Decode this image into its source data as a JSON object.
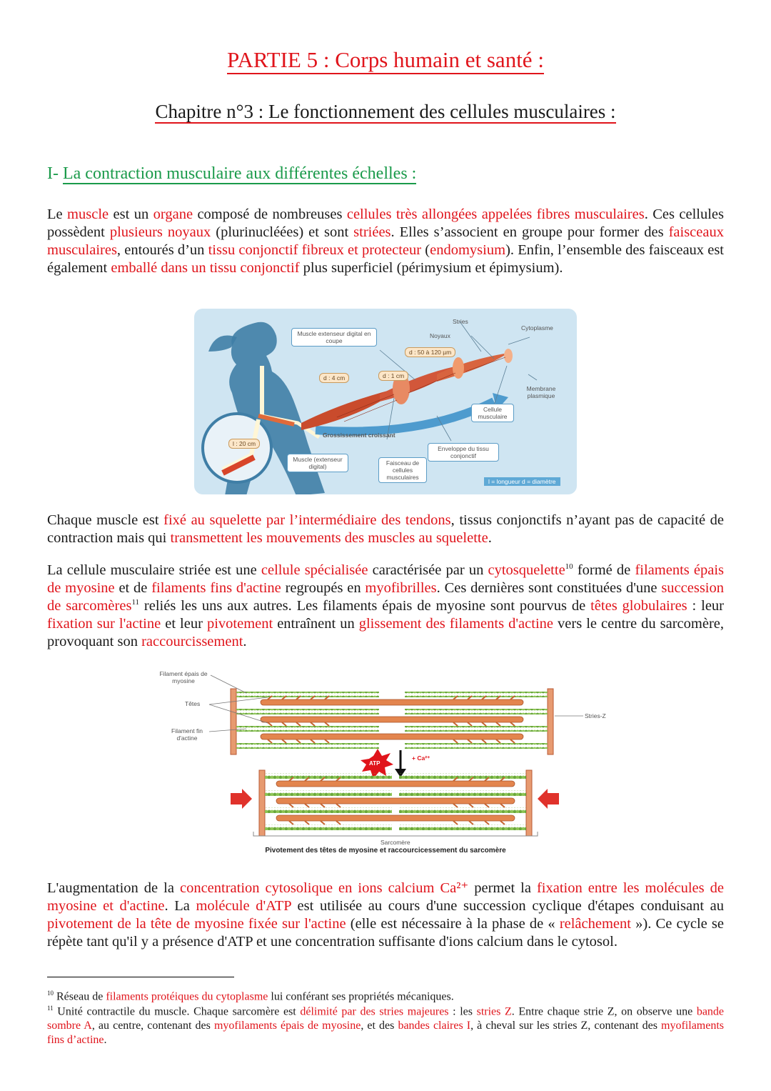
{
  "header": {
    "partie": "PARTIE 5 : Corps humain et santé :",
    "chapitre": "Chapitre n°3 : Le fonctionnement des cellules musculaires :",
    "section_prefix": "I- ",
    "section_title": "La contraction musculaire aux différentes échelles :"
  },
  "p1": {
    "s1": "Le ",
    "s2": "muscle",
    "s3": " est un ",
    "s4": "organe",
    "s5": " composé de nombreuses ",
    "s6": "cellules très allongées appelées fibres musculaires",
    "s7": ". Ces cellules possèdent ",
    "s8": "plusieurs noyaux",
    "s9": " (plurinucléées) et sont ",
    "s10": "striées",
    "s11": ". Elles s’associent en groupe pour former des ",
    "s12": "faisceaux musculaires",
    "s13": ", entourés d’un ",
    "s14": "tissu conjonctif fibreux et protecteur",
    "s15": " (",
    "s16": "endomysium",
    "s17": "). Enfin, l’ensemble des faisceaux est également ",
    "s18": "emballé dans un tissu conjonctif",
    "s19": " plus superficiel (périmysium et épimysium)."
  },
  "fig1": {
    "muscle_coupe": "Muscle extenseur digital en coupe",
    "stries": "Stries",
    "noyaux": "Noyaux",
    "cytoplasme": "Cytoplasme",
    "d_cell": "d : 50 à 120 µm",
    "d_4cm": "d : 4 cm",
    "d_1cm": "d : 1 cm",
    "membrane": "Membrane plasmique",
    "cellule": "Cellule musculaire",
    "grossissement": "Grossissement croissant",
    "l_20cm": "l : 20 cm",
    "muscle_ext": "Muscle (extenseur digital)",
    "faisceau": "Faisceau de cellules musculaires",
    "enveloppe": "Enveloppe du tissu conjonctif",
    "legende": "l = longueur   d = diamètre"
  },
  "p2": {
    "s1": "Chaque muscle est ",
    "s2": "fixé au squelette par l’intermédiaire des tendons",
    "s3": ", tissus conjonctifs n’ayant pas de capacité de contraction mais qui ",
    "s4": "transmettent les mouvements des muscles au squelette",
    "s5": "."
  },
  "p3": {
    "s1": "La cellule musculaire striée est une ",
    "s2": "cellule spécialisée",
    "s3": " caractérisée par un ",
    "s4": "cytosquelette",
    "fn10": "10",
    "s5": " formé de ",
    "s6": "filaments épais de myosine",
    "s7": " et de ",
    "s8": "filaments fins d'actine",
    "s9": " regroupés en ",
    "s10": "myofibrilles",
    "s11": ". Ces dernières sont constituées d'une ",
    "s12": "succession de sarcomères",
    "fn11": "11",
    "s13": " reliés les uns aux autres. Les filaments épais de myosine sont pourvus de ",
    "s14": "têtes globulaires",
    "s15": " : leur ",
    "s16": "fixation sur l'actine",
    "s17": " et leur ",
    "s18": "pivotement",
    "s19": " entraînent un ",
    "s20": "glissement des filaments d'actine",
    "s21": " vers le centre du sarcomère, provoquant son ",
    "s22": "raccourcissement",
    "s23": "."
  },
  "fig2": {
    "filament_epais": "Filament épais de myosine",
    "tetes": "Têtes",
    "filament_fin": "Filament fin d'actine",
    "stries_z": "Stries-Z",
    "atp": "ATP",
    "ca": "+ Ca²⁺",
    "sarcomere": "Sarcomère",
    "caption": "Pivotement des têtes de myosine et raccourcicessement du sarcomère"
  },
  "p4": {
    "s1": "L'augmentation de la ",
    "s2": "concentration cytosolique en ions calcium Ca²⁺",
    "s3": " permet la ",
    "s4": "fixation entre les molécules de myosine et d'actine",
    "s5": ". La ",
    "s6": "molécule d'ATP",
    "s7": " est utilisée au cours d'une succession cyclique d'étapes conduisant au ",
    "s8": "pivotement de la tête de myosine fixée sur l'actine",
    "s9": " (elle est nécessaire à la phase de « ",
    "s10": "relâchement",
    "s11": " »). Ce cycle se répète tant qu'il y a présence d'ATP et une concentration suffisante d'ions calcium dans le cytosol."
  },
  "footnotes": {
    "n10": "10",
    "f10a": " Réseau de ",
    "f10b": "filaments protéiques du cytoplasme",
    "f10c": " lui conférant ses propriétés mécaniques.",
    "n11": "11",
    "f11a": " Unité contractile du muscle. Chaque sarcomère est ",
    "f11b": "délimité par des stries majeures",
    "f11c": " : les ",
    "f11d": "stries Z",
    "f11e": ". Entre chaque strie Z, on observe une ",
    "f11f": "bande sombre A",
    "f11g": ", au centre, contenant des ",
    "f11h": "myofilaments épais de myosine",
    "f11i": ", et des ",
    "f11j": "bandes claires I",
    "f11k": ", à cheval sur les stries Z, contenant des ",
    "f11l": "myofilaments fins d’actine",
    "f11m": "."
  }
}
